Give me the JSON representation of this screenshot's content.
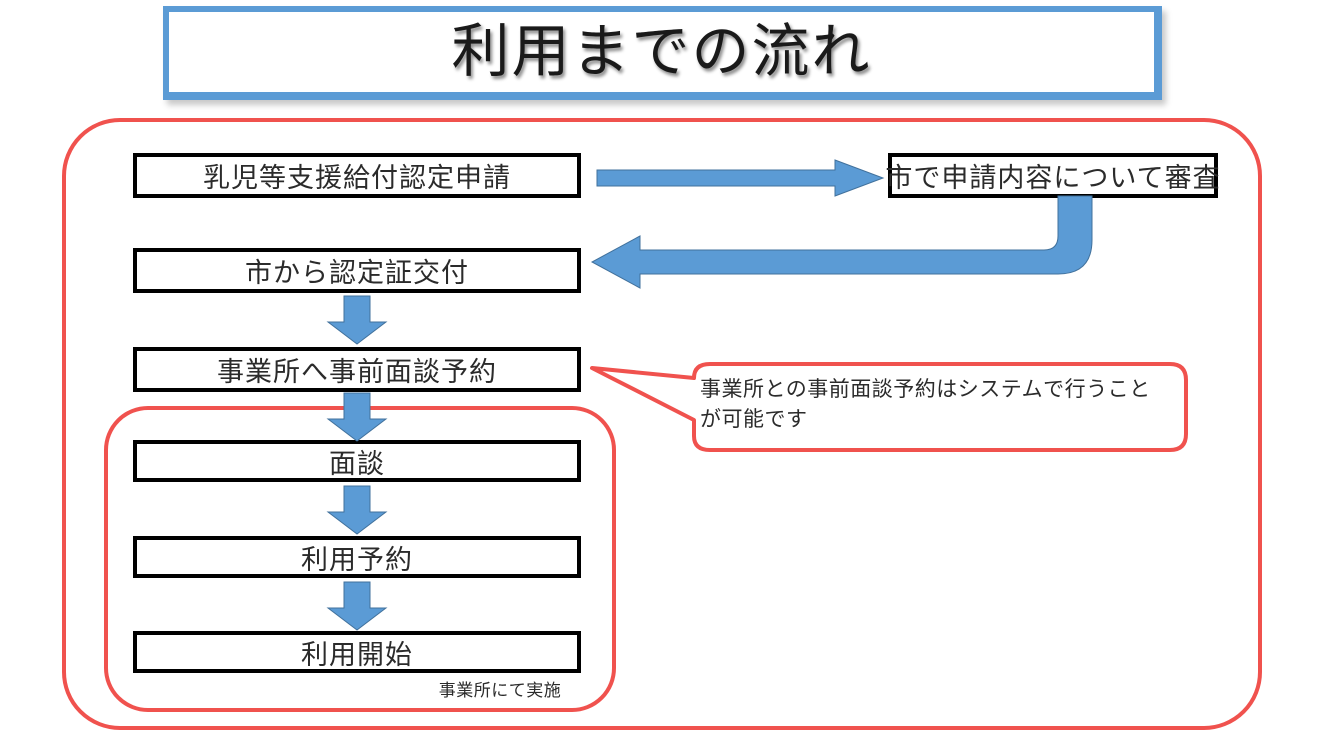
{
  "title": {
    "text": "利用までの流れ",
    "border_color": "#5B9BD5"
  },
  "colors": {
    "arrow_blue": "#5B9BD5",
    "arrow_blue_border": "#41719C",
    "frame_red": "#F0524E",
    "box_border": "#000000",
    "text": "#2b2b2b"
  },
  "flow": {
    "steps": [
      {
        "id": "apply",
        "label": "乳児等支援給付認定申請"
      },
      {
        "id": "review",
        "label": "市で申請内容について審査"
      },
      {
        "id": "issue",
        "label": "市から認定証交付"
      },
      {
        "id": "reserve",
        "label": "事業所へ事前面談予約"
      },
      {
        "id": "interview",
        "label": "面談"
      },
      {
        "id": "usereserve",
        "label": "利用予約"
      },
      {
        "id": "usestart",
        "label": "利用開始"
      }
    ],
    "connectors": [
      {
        "id": "apply-to-review",
        "type": "arrow-right",
        "from": "apply",
        "to": "review"
      },
      {
        "id": "review-to-issue",
        "type": "arrow-elbow-left",
        "from": "review",
        "to": "issue"
      },
      {
        "id": "issue-to-reserve",
        "type": "arrow-down",
        "from": "issue",
        "to": "reserve"
      },
      {
        "id": "reserve-to-interview",
        "type": "arrow-down",
        "from": "reserve",
        "to": "interview"
      },
      {
        "id": "interview-to-usereserve",
        "type": "arrow-down",
        "from": "interview",
        "to": "usereserve"
      },
      {
        "id": "usereserve-to-usestart",
        "type": "arrow-down",
        "from": "usereserve",
        "to": "usestart"
      }
    ]
  },
  "callout": {
    "text": "事業所との事前面談予約はシステムで行うことが可能です",
    "points_to": "reserve"
  },
  "footnote": {
    "text": "事業所にて実施"
  },
  "groups": [
    {
      "id": "outer-group",
      "label": ""
    },
    {
      "id": "inner-group",
      "label": "事業所にて実施"
    }
  ]
}
